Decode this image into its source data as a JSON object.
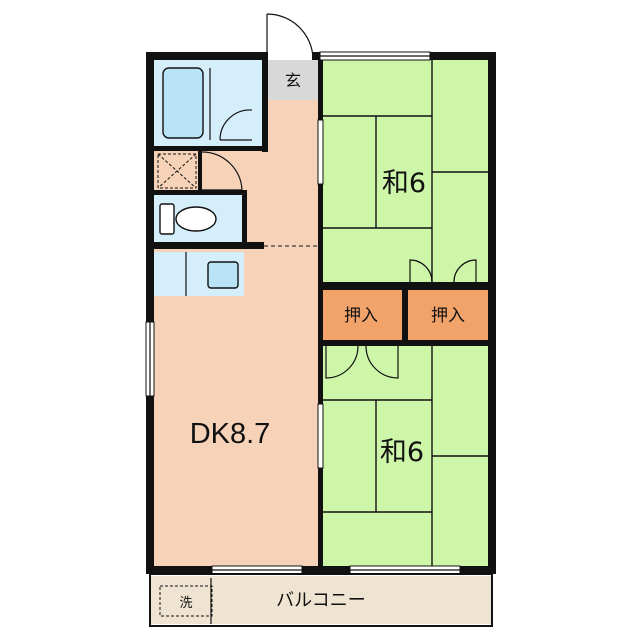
{
  "rooms": {
    "entrance": "玄",
    "dk": "DK8.7",
    "washitsu_north": "和6",
    "washitsu_south": "和6",
    "closet_left": "押入",
    "closet_right": "押入",
    "balcony": "バルコニー",
    "washer": "洗"
  },
  "colors": {
    "dk_floor": "#f6d2b8",
    "tatami": "#cdf6a8",
    "closet": "#f2a36a",
    "wet_area": "#d5eefc",
    "fixture": "#b9e4f8",
    "entrance": "#d8d8d8",
    "balcony": "#efe3d2"
  }
}
